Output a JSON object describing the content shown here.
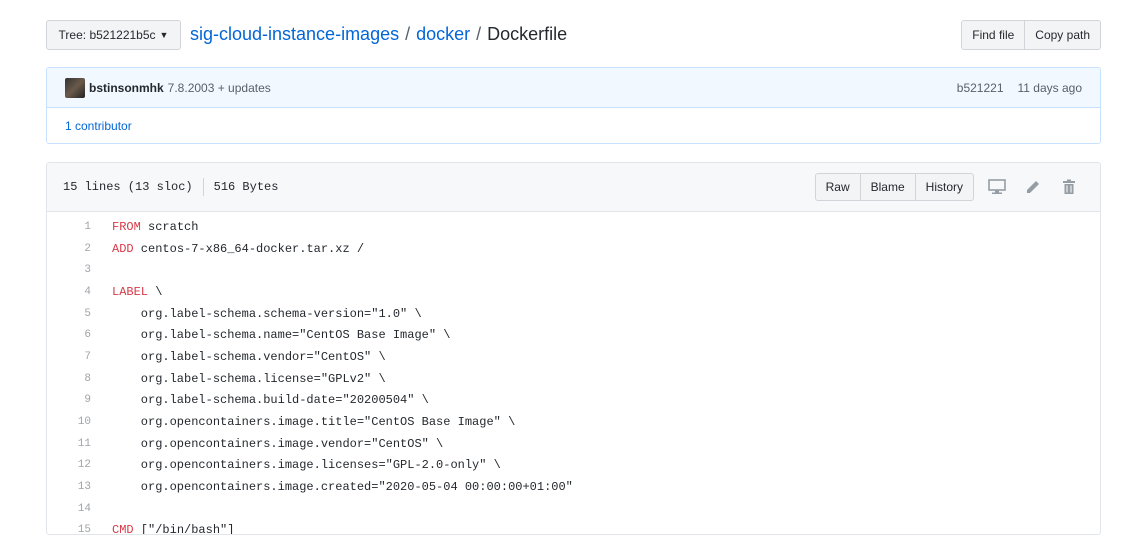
{
  "header": {
    "tree_button": "Tree: b521221b5c",
    "breadcrumb": [
      {
        "label": "sig-cloud-instance-images",
        "link": true
      },
      {
        "label": "docker",
        "link": true
      },
      {
        "label": "Dockerfile",
        "link": false
      }
    ],
    "find_file": "Find file",
    "copy_path": "Copy path"
  },
  "commit": {
    "author": "bstinsonmhk",
    "message": "7.8.2003 + updates",
    "sha": "b521221",
    "time": "11 days ago",
    "contributors": "1 contributor"
  },
  "file": {
    "lines_info": "15 lines (13 sloc)",
    "size": "516 Bytes",
    "actions": [
      "Raw",
      "Blame",
      "History"
    ],
    "icons": [
      "desktop-icon",
      "pencil-icon",
      "trash-icon"
    ]
  },
  "code": [
    {
      "n": "1",
      "kw": "FROM",
      "rest": " scratch"
    },
    {
      "n": "2",
      "kw": "ADD",
      "rest": " centos-7-x86_64-docker.tar.xz /"
    },
    {
      "n": "3",
      "kw": "",
      "rest": ""
    },
    {
      "n": "4",
      "kw": "LABEL",
      "rest": " \\"
    },
    {
      "n": "5",
      "kw": "",
      "rest": "    org.label-schema.schema-version=\"1.0\" \\"
    },
    {
      "n": "6",
      "kw": "",
      "rest": "    org.label-schema.name=\"CentOS Base Image\" \\"
    },
    {
      "n": "7",
      "kw": "",
      "rest": "    org.label-schema.vendor=\"CentOS\" \\"
    },
    {
      "n": "8",
      "kw": "",
      "rest": "    org.label-schema.license=\"GPLv2\" \\"
    },
    {
      "n": "9",
      "kw": "",
      "rest": "    org.label-schema.build-date=\"20200504\" \\"
    },
    {
      "n": "10",
      "kw": "",
      "rest": "    org.opencontainers.image.title=\"CentOS Base Image\" \\"
    },
    {
      "n": "11",
      "kw": "",
      "rest": "    org.opencontainers.image.vendor=\"CentOS\" \\"
    },
    {
      "n": "12",
      "kw": "",
      "rest": "    org.opencontainers.image.licenses=\"GPL-2.0-only\" \\"
    },
    {
      "n": "13",
      "kw": "",
      "rest": "    org.opencontainers.image.created=\"2020-05-04 00:00:00+01:00\""
    },
    {
      "n": "14",
      "kw": "",
      "rest": ""
    },
    {
      "n": "15",
      "kw": "CMD",
      "rest": " [\"/bin/bash\"]"
    }
  ],
  "colors": {
    "link": "#0366d6",
    "keyword": "#d73a49",
    "commit_bg": "#f1f8ff"
  }
}
